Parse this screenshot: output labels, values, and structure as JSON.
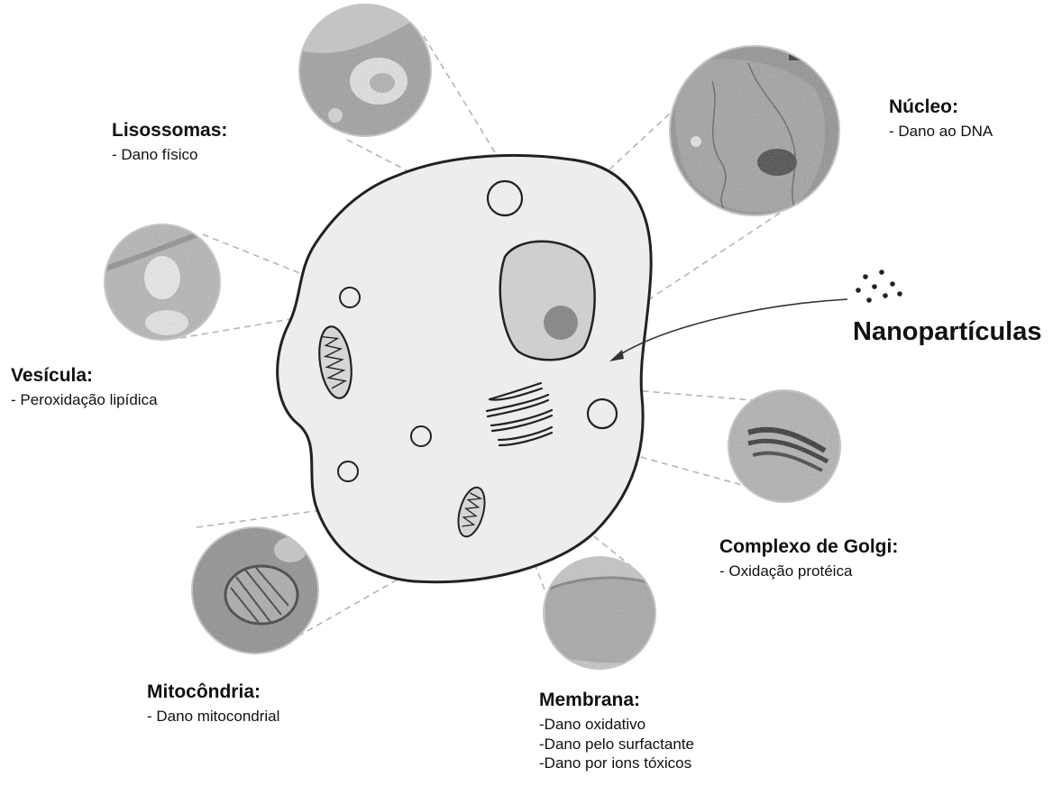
{
  "organelles": {
    "lisossomas": {
      "title": "Lisossomas:",
      "items": [
        "- Dano físico"
      ]
    },
    "nucleo": {
      "title": "Núcleo:",
      "items": [
        "- Dano ao DNA"
      ]
    },
    "vesicula": {
      "title": "Vesícula:",
      "items": [
        "- Peroxidação lipídica"
      ]
    },
    "golgi": {
      "title": "Complexo de Golgi:",
      "items": [
        "- Oxidação protéica"
      ]
    },
    "mitocondria": {
      "title": "Mitocôndria:",
      "items": [
        "- Dano mitocondrial"
      ]
    },
    "membrana": {
      "title": "Membrana:",
      "items": [
        "-Dano oxidativo",
        "-Dano pelo surfactante",
        "-Dano por ions tóxicos"
      ]
    }
  },
  "nanoparticles": {
    "label": "Nanopartículas"
  },
  "colors": {
    "cell_fill": "#ededed",
    "nucleus_fill": "#cfcfcf",
    "nucleolus_fill": "#8a8a8a",
    "micrograph_gray": "#9a9a9a",
    "leader_line": "#b5b5b5"
  }
}
